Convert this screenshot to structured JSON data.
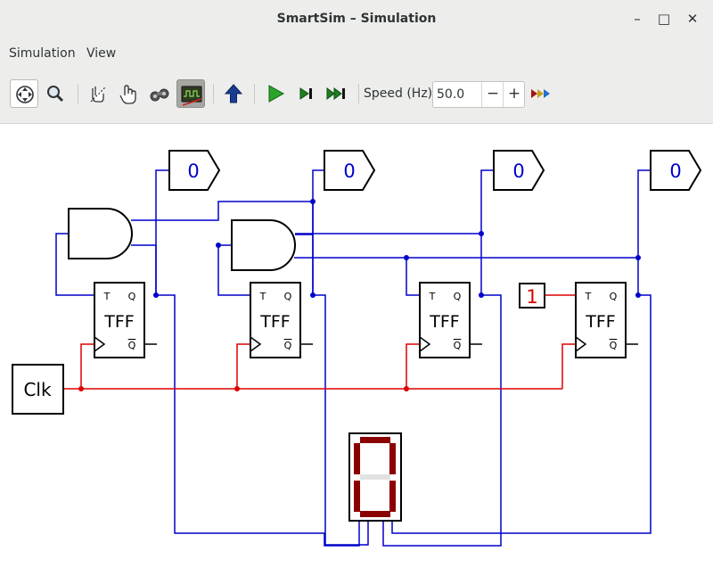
{
  "window": {
    "title": "SmartSim – Simulation",
    "minimize": "–",
    "maximize": "□",
    "close": "✕"
  },
  "menu": {
    "items": [
      "Simulation",
      "View"
    ]
  },
  "toolbar": {
    "speed_label": "Speed (Hz):",
    "speed_value": "50.0",
    "decrement": "−",
    "increment": "+"
  },
  "circuit": {
    "clock_label": "Clk",
    "constant_value": "1",
    "flip_flop_label": "TFF",
    "t_label": "T",
    "q_label": "Q",
    "qbar_label": "Q",
    "outputs": [
      "0",
      "0",
      "0",
      "0"
    ],
    "colors": {
      "wire": "#0000cc",
      "clock_wire": "#dd0000",
      "segment_on": "#8b0000",
      "segment_off": "#e2e2e2"
    }
  }
}
